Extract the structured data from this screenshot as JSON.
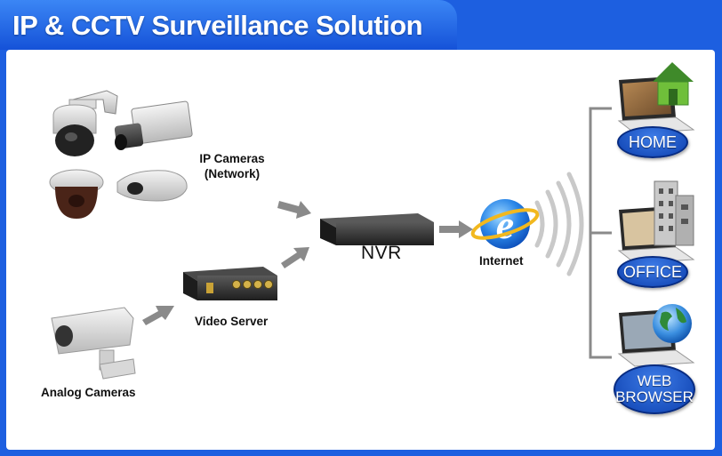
{
  "title": "IP & CCTV Surveillance Solution",
  "nodes": {
    "ip_cameras": "IP Cameras\n(Network)",
    "analog_cameras": "Analog Cameras",
    "video_server": "Video Server",
    "nvr": "NVR",
    "internet": "Internet"
  },
  "destinations": [
    {
      "label": "HOME"
    },
    {
      "label": "OFFICE"
    },
    {
      "label": "WEB\nBROWSER"
    }
  ],
  "colors": {
    "frame_blue": "#1d5fe0",
    "badge_blue": "#0c3fae",
    "arrow_gray": "#8a8a8a"
  },
  "icons": [
    "dome-camera-icon",
    "box-camera-icon",
    "bullet-camera-icon",
    "nvr-device-icon",
    "video-server-icon",
    "internet-icon",
    "laptop-icon",
    "house-icon",
    "building-icon",
    "globe-icon"
  ]
}
